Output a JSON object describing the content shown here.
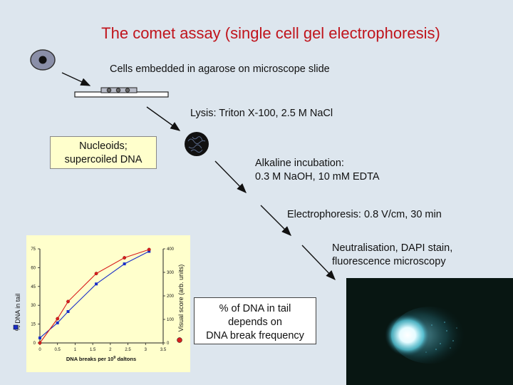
{
  "title": "The comet assay (single cell gel electrophoresis)",
  "steps": {
    "embed": "Cells embedded in agarose on microscope slide",
    "lysis": "Lysis: Triton X-100, 2.5 M NaCl",
    "alkaline_1": "Alkaline incubation:",
    "alkaline_2": "0.3 M NaOH, 10 mM EDTA",
    "electrophoresis": "Electrophoresis:  0.8 V/cm, 30 min",
    "neutral_1": "Neutralisation, DAPI stain,",
    "neutral_2": "fluorescence microscopy"
  },
  "nucleoids_box": {
    "line1": "Nucleoids;",
    "line2": "supercoiled DNA"
  },
  "tail_box": {
    "line1": "% of DNA in tail",
    "line2": "depends on",
    "line3": "DNA break frequency"
  },
  "colors": {
    "title": "#c0141c",
    "background": "#dde6ee",
    "chart_bg": "#ffffcc",
    "series_blue": "#1a2ec8",
    "series_red": "#d81e1e"
  },
  "chart_data": {
    "type": "line",
    "xlabel": "DNA breaks per 10",
    "xlabel_sup": "9",
    "xlabel_suffix": " daltons",
    "ylabel_left": "% DNA in tail",
    "ylabel_right": "Visual score (arb. units)",
    "xlim": [
      0,
      3.5
    ],
    "ylim_left": [
      0,
      75
    ],
    "ylim_right": [
      0,
      400
    ],
    "x_ticks": [
      "0",
      "0.5",
      "1",
      "1.5",
      "2",
      "2.5",
      "3",
      "3.5"
    ],
    "y_left_ticks": [
      "0",
      "15",
      "30",
      "45",
      "60",
      "75"
    ],
    "y_right_ticks": [
      "0",
      "100",
      "200",
      "300",
      "400"
    ],
    "series": [
      {
        "axis": "left",
        "color": "#1a2ec8",
        "marker": "square",
        "x": [
          0,
          0.5,
          0.8,
          1.6,
          2.4,
          3.1
        ],
        "y": [
          4,
          16,
          25,
          47,
          63,
          73
        ]
      },
      {
        "axis": "right",
        "color": "#d81e1e",
        "marker": "circle",
        "x": [
          0,
          0.5,
          0.8,
          1.6,
          2.4,
          3.1
        ],
        "y": [
          0,
          103,
          176,
          295,
          362,
          397
        ]
      }
    ]
  }
}
